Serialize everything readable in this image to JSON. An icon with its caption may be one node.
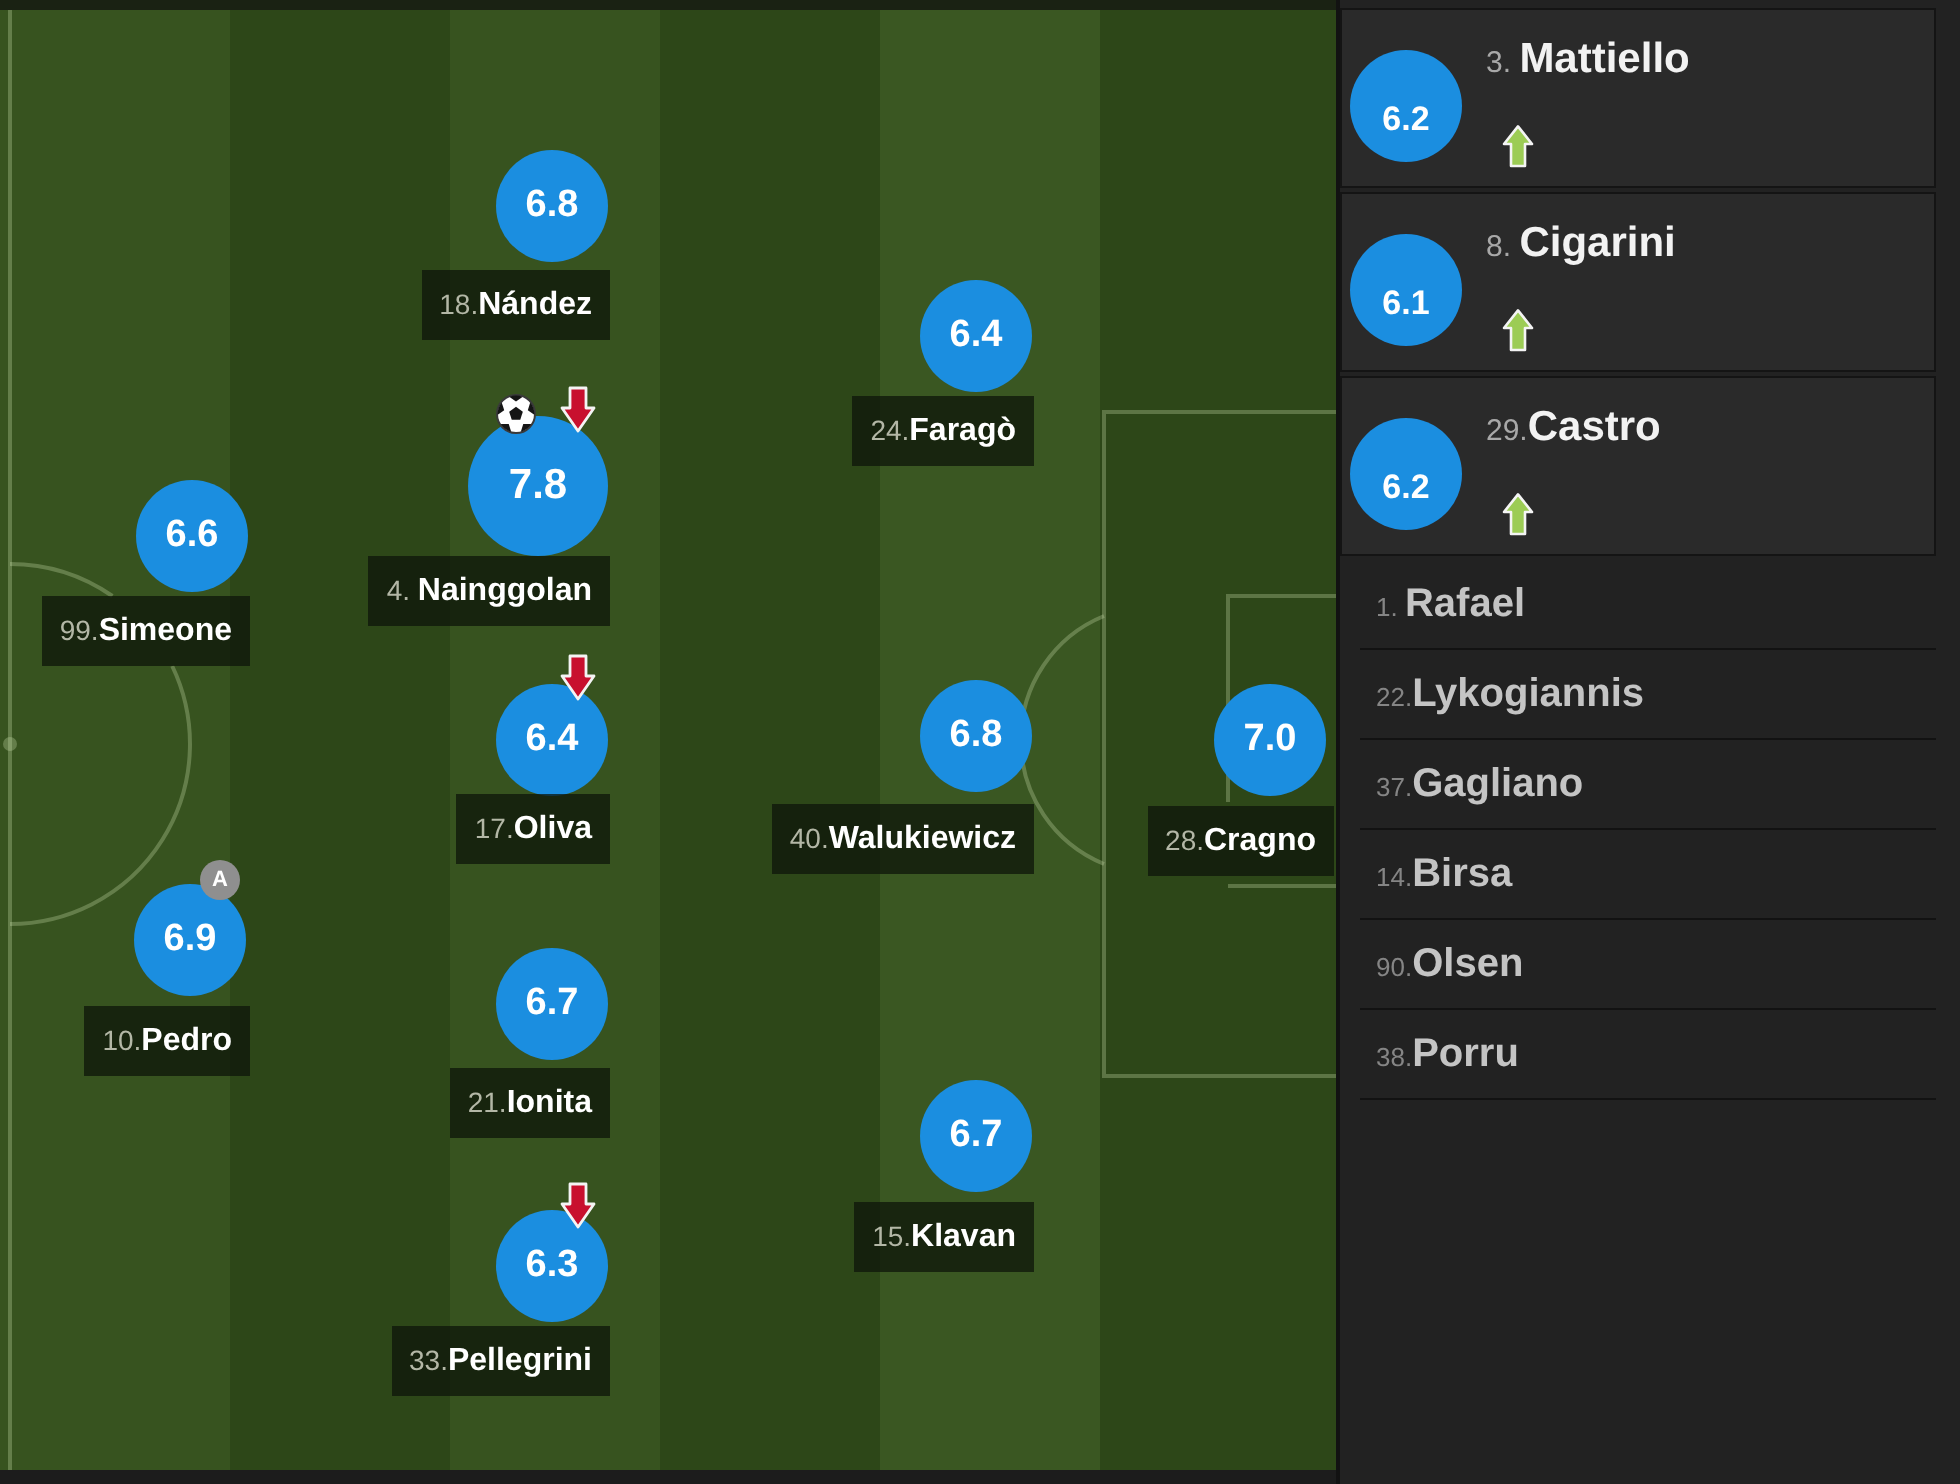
{
  "diagram": {
    "nodes": [
      {
        "text": [
          "6.6"
        ]
      },
      {
        "text": [
          "99.**Simeone**"
        ]
      },
      {
        "text": [
          "A"
        ]
      },
      {
        "text": [
          "6.9"
        ]
      },
      {
        "text": [
          "10.**Pedro**"
        ]
      },
      {
        "text": [
          "6.8"
        ]
      },
      {
        "text": [
          "18.**Nández**"
        ]
      },
      {
        "text": [
          "7.8"
        ]
      },
      {
        "text": [
          "4. **Nainggolan**"
        ]
      },
      {
        "text": [
          "6.4"
        ]
      },
      {
        "text": [
          "17.**Oliva**"
        ]
      },
      {
        "text": [
          "6.7"
        ]
      },
      {
        "text": [
          "21.**Ionita**"
        ]
      },
      {
        "text": [
          "6.3"
        ]
      },
      {
        "text": [
          "33.**Pellegrini**"
        ]
      },
      {
        "text": [
          "6.4"
        ]
      },
      {
        "text": [
          "24.**Faragò**"
        ]
      },
      {
        "text": [
          "6.8"
        ]
      },
      {
        "text": [
          "40.**Walukiewicz**"
        ]
      },
      {
        "text": [
          "6.7"
        ]
      },
      {
        "text": [
          "15.**Klavan**"
        ]
      },
      {
        "text": [
          "7.0"
        ]
      },
      {
        "text": [
          "28.**Cragno**"
        ]
      },
      {
        "text": [
          "3. **Mattiello**"
        ]
      },
      {
        "text": [
          "6.2"
        ],
        "in": 23
      },
      {
        "text": [
          "8. **Cigarini**"
        ]
      },
      {
        "text": [
          "6.1"
        ],
        "in": 25
      },
      {
        "text": [
          "29.**Castro**"
        ]
      },
      {
        "text": [
          "6.2"
        ],
        "in": 27
      }
    ],
    "labels": [
      "1. **Rafael**",
      "22.**Lykogiannis**",
      "37.**Gagliano**",
      "14.**Birsa**",
      "90.**Olsen**",
      "38.**Porru**"
    ]
  }
}
